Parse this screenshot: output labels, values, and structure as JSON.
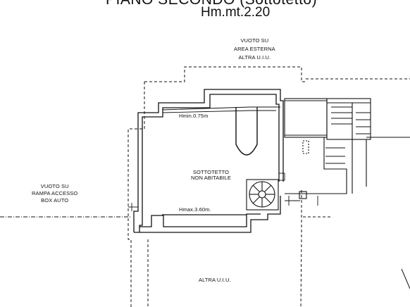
{
  "title": {
    "line1": "PIANO SECONDO (Sottotetto)",
    "line2": "Hm.mt.2.20"
  },
  "labels": {
    "vuoto_area_esterna": [
      "VUOTO SU",
      "AREA ESTERNA",
      "ALTRA U.I.U."
    ],
    "vuoto_rampa": [
      "VUOTO SU",
      "RAMPA ACCESSO",
      "BOX AUTO"
    ],
    "hmin": "Hmin.0.75m",
    "hmax": "Hmax.3.60m.",
    "sottotetto": [
      "SOTTOTETTO",
      "NON ABITABILE"
    ],
    "altra_uiu": "ALTRA U.I.U."
  }
}
